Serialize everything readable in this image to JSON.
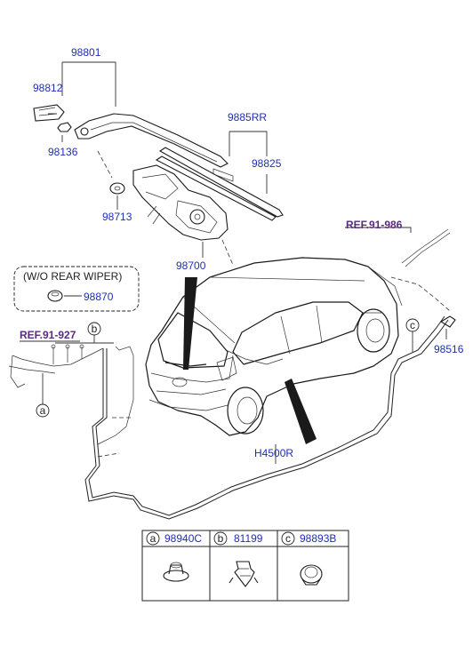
{
  "labels": {
    "p98801": "98801",
    "p98812": "98812",
    "p98136": "98136",
    "p9885RR": "9885RR",
    "p98825": "98825",
    "p98713": "98713",
    "p98700": "98700",
    "p98870": "98870",
    "p98516": "98516",
    "pH4500R": "H4500R",
    "wo_rear_wiper": "(W/O REAR WIPER)",
    "ref_986": "REF.91-986",
    "ref_927": "REF.91-927",
    "callout_a": "a",
    "callout_b": "b",
    "callout_c": "c"
  },
  "table": {
    "cells": [
      {
        "letter": "a",
        "part": "98940C"
      },
      {
        "letter": "b",
        "part": "81199"
      },
      {
        "letter": "c",
        "part": "98893B"
      }
    ]
  },
  "colors": {
    "part_number": "#1f2fb4",
    "reference": "#5a2a82",
    "line": "#222222"
  }
}
